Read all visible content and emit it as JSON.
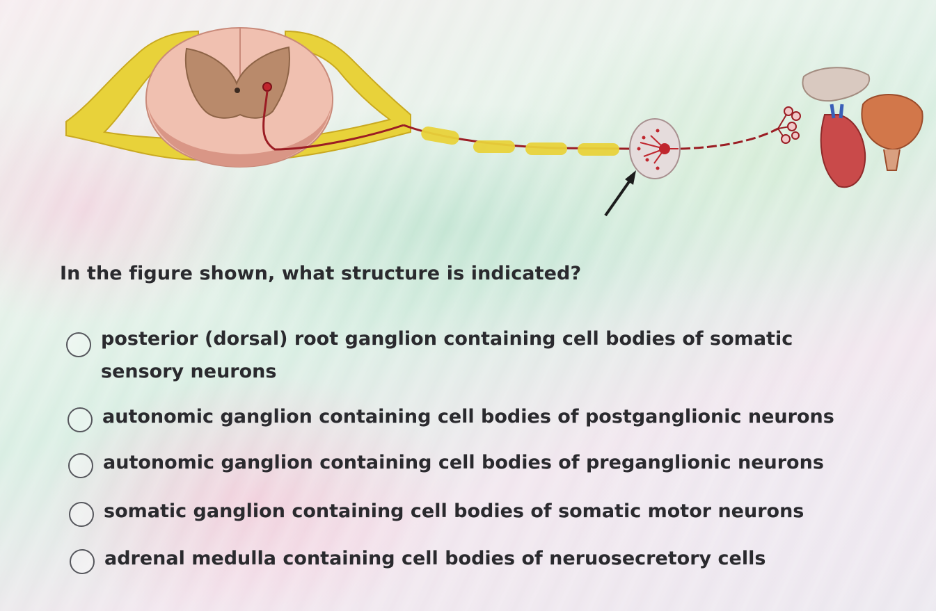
{
  "question": {
    "text": "In the figure shown, what structure is indicated?"
  },
  "options": [
    {
      "label": "posterior (dorsal) root ganglion containing cell bodies of somatic sensory neurons",
      "selected": false
    },
    {
      "label": "autonomic ganglion containing cell bodies of postganglionic neurons",
      "selected": false
    },
    {
      "label": "autonomic ganglion containing cell bodies of preganglionic neurons",
      "selected": false
    },
    {
      "label": "somatic ganglion containing cell bodies of somatic motor neurons",
      "selected": false
    },
    {
      "label": "adrenal medulla containing cell bodies of neruosecretory cells",
      "selected": false
    }
  ],
  "figure": {
    "icons": [
      "spinal-cord-icon",
      "ganglion-icon",
      "arrow-icon",
      "gland-icon",
      "heart-icon",
      "stomach-icon",
      "bladder-icon"
    ],
    "colors": {
      "nerve": "#e8d23a",
      "neuron": "#9b1d24",
      "gray_matter": "#b98a6b",
      "white_matter": "#f0c0b0",
      "arrow": "#1c1c1c"
    }
  }
}
